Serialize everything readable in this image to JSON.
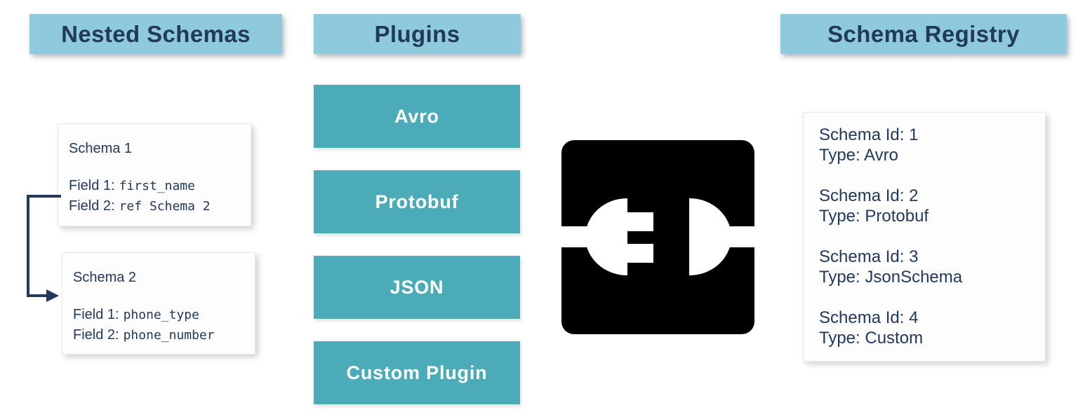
{
  "colors": {
    "header_bg": "#8FC9DC",
    "plugin_teal": "#4BACB8",
    "text_navy": "#21395C",
    "card_bg": "#FDFDFD",
    "icon_black": "#000000",
    "plugin_text": "#FFFFFF"
  },
  "headers": {
    "nested_schemas": "Nested Schemas",
    "plugins": "Plugins",
    "schema_registry": "Schema Registry"
  },
  "nested_schemas": {
    "schema1": {
      "title": "Schema 1",
      "field1_label": "Field 1:",
      "field1_value": "first_name",
      "field2_label": "Field 2:",
      "field2_value": "ref Schema 2"
    },
    "schema2": {
      "title": "Schema 2",
      "field1_label": "Field 1:",
      "field1_value": "phone_type",
      "field2_label": "Field 2:",
      "field2_value": "phone_number"
    }
  },
  "plugins": {
    "items": [
      "Avro",
      "Protobuf",
      "JSON",
      "Custom Plugin"
    ]
  },
  "registry": {
    "entries": [
      {
        "id": "Schema Id: 1",
        "type": "Type: Avro"
      },
      {
        "id": "Schema Id: 2",
        "type": "Type: Protobuf"
      },
      {
        "id": "Schema Id: 3",
        "type": "Type: JsonSchema"
      },
      {
        "id": "Schema Id: 4",
        "type": "Type: Custom"
      }
    ]
  },
  "icons": {
    "plug": "plug-connector-icon",
    "arrow": "schema-ref-arrow"
  }
}
